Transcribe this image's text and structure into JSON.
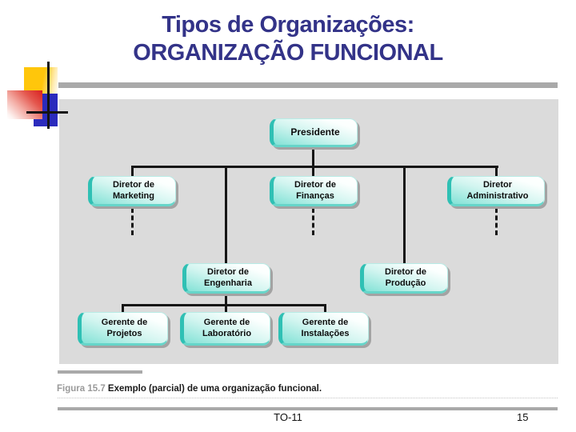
{
  "title": {
    "line1": "Tipos de Organizações:",
    "line2": "ORGANIZAÇÃO FUNCIONAL"
  },
  "figure": {
    "caption_label": "Figura 15.7",
    "caption_text": " Exemplo (parcial) de uma organização funcional."
  },
  "footer": {
    "course_code": "TO-11",
    "page_number": "15"
  },
  "org_chart": {
    "nodes": [
      {
        "id": "presidente",
        "line1": "Presidente",
        "line2": ""
      },
      {
        "id": "diretor-marketing",
        "line1": "Diretor de",
        "line2": "Marketing"
      },
      {
        "id": "diretor-financas",
        "line1": "Diretor de",
        "line2": "Finanças"
      },
      {
        "id": "diretor-administrativo",
        "line1": "Diretor",
        "line2": "Administrativo"
      },
      {
        "id": "diretor-engenharia",
        "line1": "Diretor de",
        "line2": "Engenharia"
      },
      {
        "id": "diretor-producao",
        "line1": "Diretor de",
        "line2": "Produção"
      },
      {
        "id": "gerente-projetos",
        "line1": "Gerente de",
        "line2": "Projetos"
      },
      {
        "id": "gerente-laboratorio",
        "line1": "Gerente de",
        "line2": "Laboratório"
      },
      {
        "id": "gerente-instalacoes",
        "line1": "Gerente de",
        "line2": "Instalações"
      }
    ],
    "hierarchy": {
      "Presidente": [
        "Diretor de Marketing",
        "Diretor de Engenharia",
        "Diretor de Finanças",
        "Diretor de Produção",
        "Diretor Administrativo"
      ],
      "Diretor de Engenharia": [
        "Gerente de Projetos",
        "Gerente de Laboratório",
        "Gerente de Instalações"
      ],
      "dashed_continuation_under": [
        "Diretor de Marketing",
        "Diretor de Finanças",
        "Diretor Administrativo"
      ]
    }
  },
  "colors": {
    "title_navy": "#333388",
    "node_accent_teal": "#2fc0b4",
    "node_fill_light": "#d2f5f0",
    "chart_background": "#dbdbdb",
    "rule_gray": "#a9a9a9",
    "caption_label_gray": "#9a9a9a",
    "decor_yellow": "#ffc60b",
    "decor_red": "#d92020",
    "decor_blue": "#2b2bbd",
    "connector_black": "#161616"
  }
}
